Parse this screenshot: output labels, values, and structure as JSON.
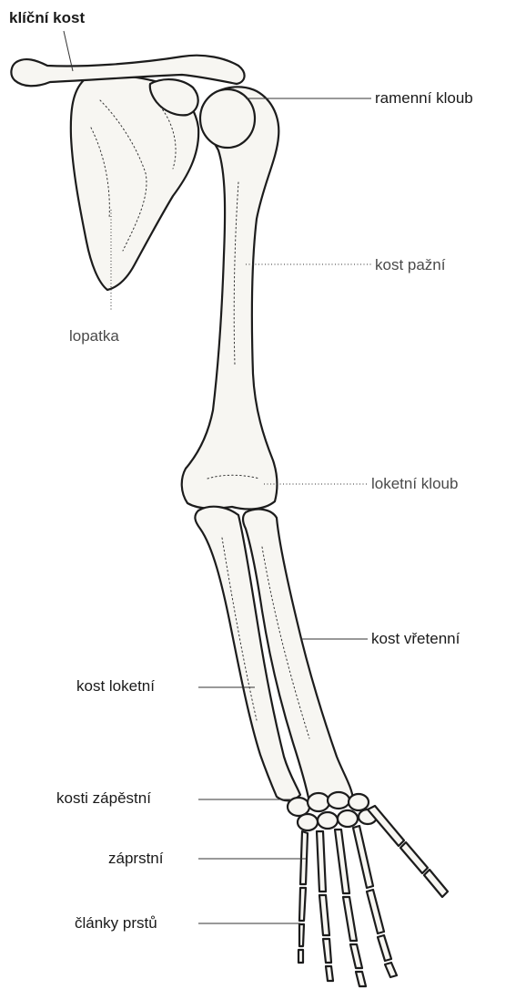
{
  "labels": {
    "clavicle": "klíční kost",
    "shoulder_joint": "ramenní kloub",
    "humerus": "kost pažní",
    "scapula": "lopatka",
    "elbow_joint": "loketní kloub",
    "radius": "kost vřetenní",
    "ulna": "kost loketní",
    "carpals": "kosti zápěstní",
    "metacarpals": "záprstní",
    "phalanges": "články prstů"
  }
}
